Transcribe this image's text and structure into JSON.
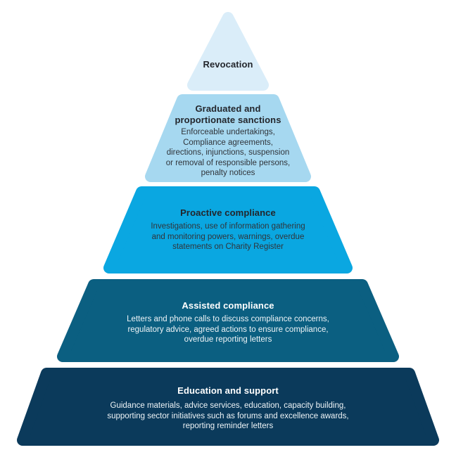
{
  "diagram": {
    "type": "pyramid",
    "background_color": "#ffffff",
    "levels": [
      {
        "id": "revocation",
        "heading": "Revocation",
        "body": "",
        "fill": "#daedf9",
        "heading_color": "#23262c",
        "body_color": "#30343a"
      },
      {
        "id": "graduated-proportionate-sanctions",
        "heading": "Graduated and\nproportionate sanctions",
        "body": "Enforceable undertakings,\nCompliance agreements,\ndirections, injunctions, suspension\nor removal of responsible persons,\npenalty notices",
        "fill": "#a6d8f0",
        "heading_color": "#23262c",
        "body_color": "#30343a"
      },
      {
        "id": "proactive-compliance",
        "heading": "Proactive compliance",
        "body": "Investigations, use of information gathering\nand monitoring powers, warnings, overdue\nstatements on Charity Register",
        "fill": "#0aa7e1",
        "heading_color": "#1c2128",
        "body_color": "#20262e"
      },
      {
        "id": "assisted-compliance",
        "heading": "Assisted compliance",
        "body": "Letters and phone calls to discuss compliance concerns,\nregulatory advice, agreed actions to ensure compliance,\noverdue reporting letters",
        "fill": "#0b5f81",
        "heading_color": "#ffffff",
        "body_color": "#eef4f7"
      },
      {
        "id": "education-and-support",
        "heading": "Education and support",
        "body": "Guidance materials, advice services, education, capacity building,\nsupporting sector initiatives such as forums and excellence awards,\nreporting reminder letters",
        "fill": "#0b3a5b",
        "heading_color": "#ffffff",
        "body_color": "#eef4f7"
      }
    ]
  }
}
